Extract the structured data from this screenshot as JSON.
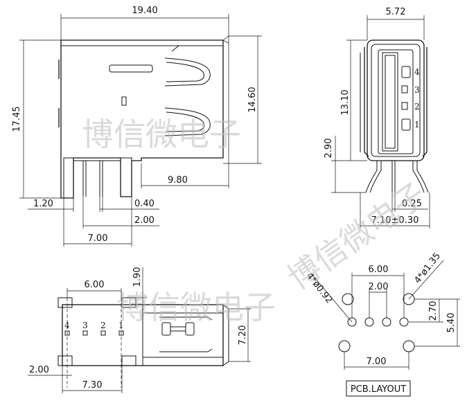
{
  "side_view": {
    "width": "19.40",
    "height_total": "17.45",
    "height_body": "14.60",
    "pin_offset": "9.80",
    "pin_pitch_left": "1.20",
    "pin_width": "0.40",
    "pin_pitch": "2.00",
    "pin_span": "7.00"
  },
  "front_view": {
    "width": "5.72",
    "height": "13.10",
    "base_height": "2.90",
    "pin_thickness": "0.25",
    "overall_width": "7.10±0.30",
    "pin_labels": [
      "4",
      "3",
      "2",
      "1"
    ]
  },
  "top_view": {
    "pin_span": "6.00",
    "top_offset": "1.90",
    "depth": "7.20",
    "edge_offset": "2.00",
    "length": "7.30",
    "pin_labels": [
      "4",
      "3",
      "2",
      "1"
    ]
  },
  "pcb_layout": {
    "label": "PCB.LAYOUT",
    "large_hole": "4*ø1.35",
    "small_hole": "4*ø0.92",
    "span_small": "6.00",
    "pitch": "2.00",
    "row_gap": "2.70",
    "height": "5.40",
    "span_large": "7.00"
  },
  "watermark": "博信微电子"
}
